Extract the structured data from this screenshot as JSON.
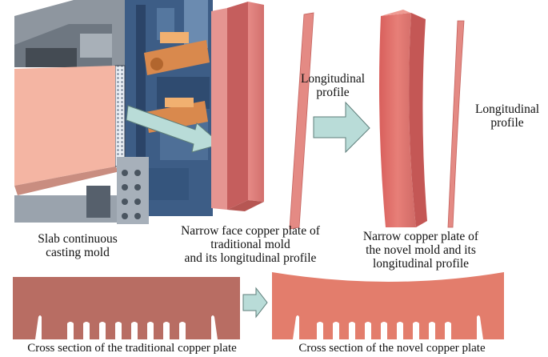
{
  "labels": {
    "mold": [
      "Slab continuous",
      "casting mold"
    ],
    "traditional_plate": [
      "Narrow face copper plate of",
      "traditional mold",
      "and its longitudinal profile"
    ],
    "novel_plate": [
      "Narrow copper plate of",
      "the novel mold and its",
      "longitudinal profile"
    ],
    "longitudinal_1": [
      "Longitudinal",
      "profile"
    ],
    "longitudinal_2": [
      "Longitudinal",
      "profile"
    ],
    "cross_traditional": "Cross section of the traditional copper plate",
    "cross_novel": "Cross section of the novel copper plate"
  },
  "colors": {
    "mold_face": "#f4b5a3",
    "plate_front": "#e07f7a",
    "plate_side": "#c55e5d",
    "cross_traditional": "#b86d63",
    "cross_novel": "#e37d6c",
    "arrow": "#b9dcd8",
    "arrow_stroke": "#5e7e7a",
    "machine_blue": "#3d5d86",
    "machine_orange": "#d9894d"
  },
  "icons": [
    "flow-arrow-icon"
  ]
}
